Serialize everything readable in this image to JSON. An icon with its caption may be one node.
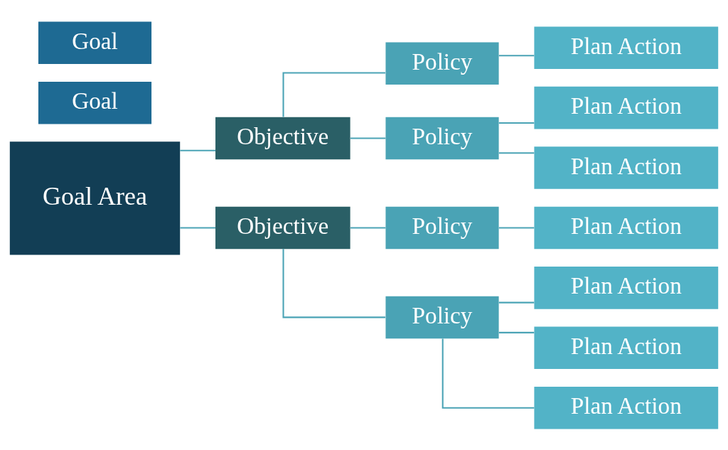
{
  "diagram": {
    "nodes": [
      {
        "text": [
          "Goal Area"
        ]
      },
      {
        "text": [
          "Goal"
        ]
      },
      {
        "text": [
          "Goal"
        ]
      },
      {
        "text": [
          "Objective"
        ]
      },
      {
        "text": [
          "Objective"
        ]
      },
      {
        "text": [
          "Policy"
        ]
      },
      {
        "text": [
          "Policy"
        ]
      },
      {
        "text": [
          "Policy"
        ]
      },
      {
        "text": [
          "Policy"
        ]
      },
      {
        "text": [
          "Plan Action"
        ]
      },
      {
        "text": [
          "Plan Action"
        ]
      },
      {
        "text": [
          "Plan Action"
        ]
      },
      {
        "text": [
          "Plan Action"
        ]
      },
      {
        "text": [
          "Plan Action"
        ]
      },
      {
        "text": [
          "Plan Action"
        ]
      },
      {
        "text": [
          "Plan Action"
        ]
      }
    ],
    "edges": [
      {
        "from": 0,
        "to": 3,
        "arrow": "none"
      },
      {
        "from": 0,
        "to": 4,
        "arrow": "none"
      },
      {
        "from": 3,
        "to": 5,
        "arrow": "none"
      },
      {
        "from": 3,
        "to": 6,
        "arrow": "none"
      },
      {
        "from": 4,
        "to": 7,
        "arrow": "none"
      },
      {
        "from": 4,
        "to": 8,
        "arrow": "none"
      },
      {
        "from": 5,
        "to": 9,
        "arrow": "none"
      },
      {
        "from": 6,
        "to": 10,
        "arrow": "none"
      },
      {
        "from": 6,
        "to": 11,
        "arrow": "none"
      },
      {
        "from": 7,
        "to": 12,
        "arrow": "none"
      },
      {
        "from": 8,
        "to": 13,
        "arrow": "none"
      },
      {
        "from": 8,
        "to": 14,
        "arrow": "none"
      },
      {
        "from": 8,
        "to": 15,
        "arrow": "none"
      }
    ]
  }
}
